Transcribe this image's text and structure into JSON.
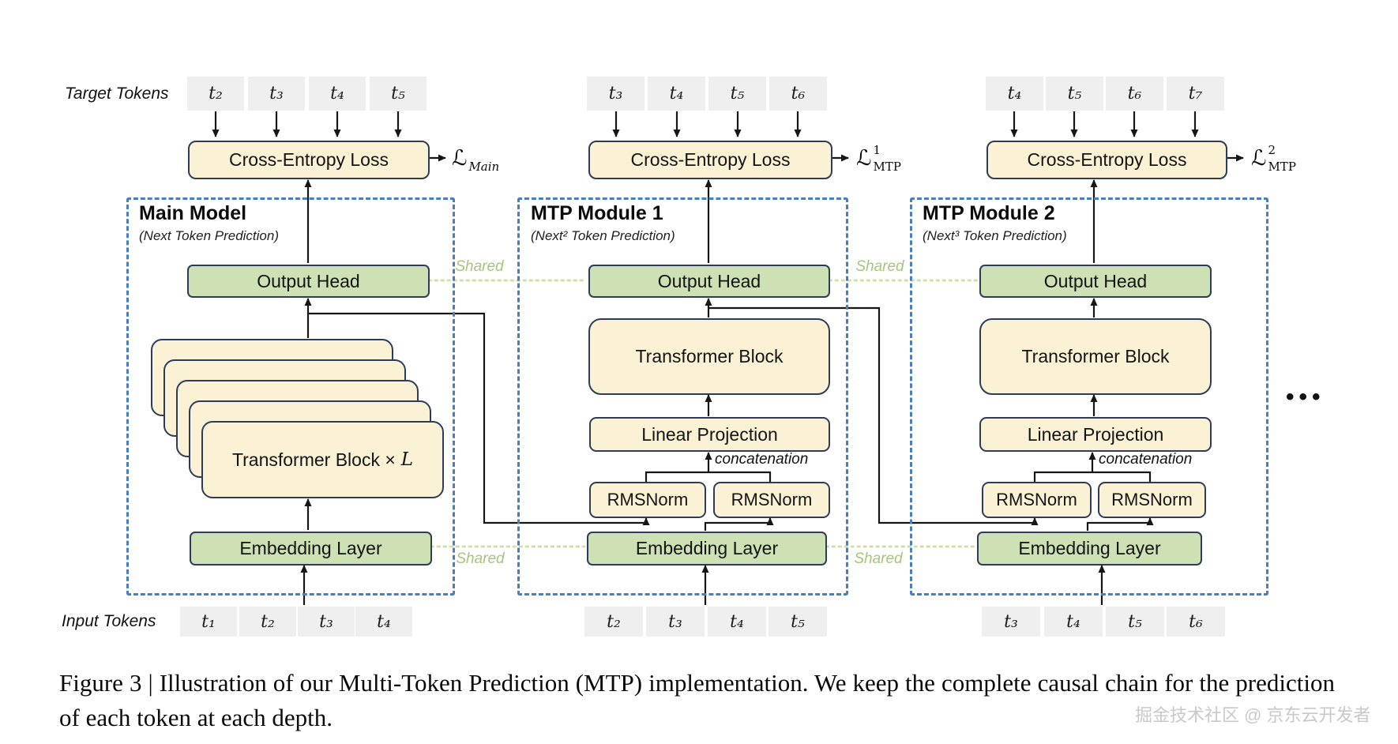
{
  "fig": {
    "target_tokens_label": "Target Tokens",
    "input_tokens_label": "Input Tokens",
    "shared_label": "Shared",
    "ellipsis": "•••",
    "colors": {
      "block_yellow": "#fbf2d5",
      "block_green": "#cde1b4",
      "token_gray": "#efefef",
      "dashed_border": "#4b7ebd",
      "shared_green": "#a5c57c",
      "wire_black": "#161616"
    },
    "columns": [
      {
        "title": "Main Model",
        "subtitle": "(Next Token Prediction)",
        "target_tokens": [
          "t₂",
          "t₃",
          "t₄",
          "t₅"
        ],
        "input_tokens": [
          "t₁",
          "t₂",
          "t₃",
          "t₄"
        ],
        "cross_entropy_label": "Cross-Entropy Loss",
        "loss": {
          "symbol": "ℒ",
          "sup": "",
          "sub": "Main"
        },
        "output_head_label": "Output Head",
        "transformer_block_label": "Transformer Block ×",
        "transformer_block_var": "L",
        "embedding_label": "Embedding Layer"
      },
      {
        "title": "MTP Module 1",
        "subtitle": "(Next² Token Prediction)",
        "target_tokens": [
          "t₃",
          "t₄",
          "t₅",
          "t₆"
        ],
        "input_tokens": [
          "t₂",
          "t₃",
          "t₄",
          "t₅"
        ],
        "cross_entropy_label": "Cross-Entropy Loss",
        "loss": {
          "symbol": "ℒ",
          "sup": "1",
          "sub": "MTP"
        },
        "output_head_label": "Output Head",
        "transformer_block_label": "Transformer Block",
        "linear_projection_label": "Linear Projection",
        "concatenation_label": "concatenation",
        "rmsnorm_left_label": "RMSNorm",
        "rmsnorm_right_label": "RMSNorm",
        "embedding_label": "Embedding Layer"
      },
      {
        "title": "MTP Module 2",
        "subtitle": "(Next³ Token Prediction)",
        "target_tokens": [
          "t₄",
          "t₅",
          "t₆",
          "t₇"
        ],
        "input_tokens": [
          "t₃",
          "t₄",
          "t₅",
          "t₆"
        ],
        "cross_entropy_label": "Cross-Entropy Loss",
        "loss": {
          "symbol": "ℒ",
          "sup": "2",
          "sub": "MTP"
        },
        "output_head_label": "Output Head",
        "transformer_block_label": "Transformer Block",
        "linear_projection_label": "Linear Projection",
        "concatenation_label": "concatenation",
        "rmsnorm_left_label": "RMSNorm",
        "rmsnorm_right_label": "RMSNorm",
        "embedding_label": "Embedding Layer"
      }
    ],
    "caption": "Figure 3 | Illustration of our Multi-Token Prediction (MTP) implementation.  We keep the complete causal chain for the prediction of each token at each depth.",
    "watermark": "掘金技术社区 @ 京东云开发者"
  }
}
